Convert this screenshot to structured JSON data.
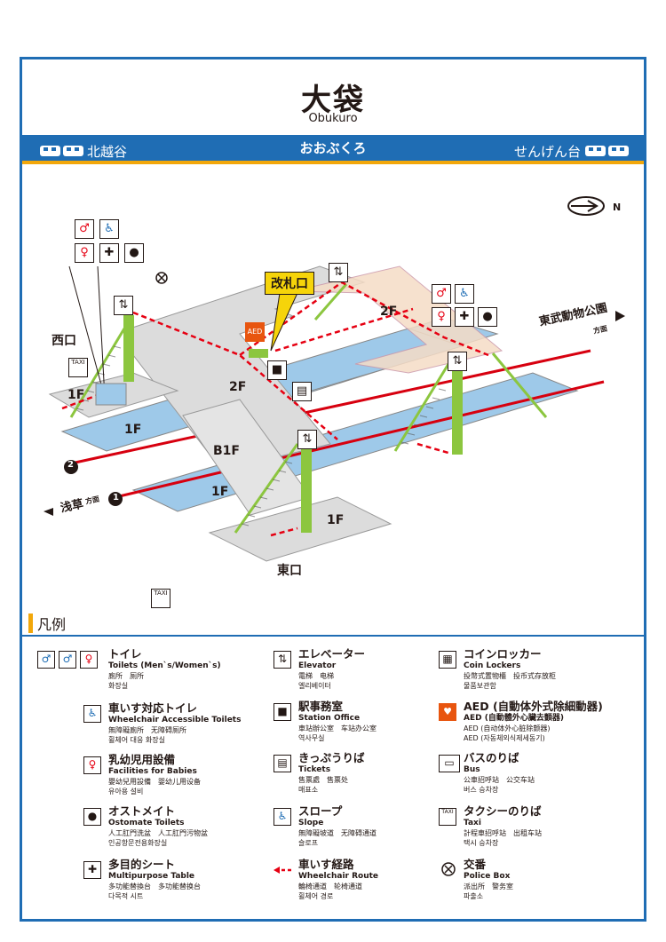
{
  "header": {
    "title": "大袋",
    "romaji": "Obukuro",
    "hiragana": "おおぶくろ",
    "prev_station": "北越谷",
    "next_station": "せんげん台"
  },
  "map": {
    "ticket_gate": "改札口",
    "aed_badge": "AED",
    "west_exit": "西口",
    "east_exit": "東口",
    "taxi_badge": "TAXI",
    "floors": {
      "f1_west": "1F",
      "f1_tracks_west": "1F",
      "f1_tracks_east": "1F",
      "f1_east": "1F",
      "f2_concourse": "2F",
      "f2_upper": "2F",
      "b1f": "B1F"
    },
    "direction_zoo": "東武動物公園",
    "direction_asakusa": "浅草",
    "direction_suffix": "方面",
    "track_1": "1",
    "track_2": "2"
  },
  "legend": {
    "heading": "凡例",
    "items": [
      {
        "jp": "トイレ",
        "en": "Toilets (Men`s/Women`s)",
        "zh": "廁所　厕所",
        "ko": "화장실"
      },
      {
        "jp": "車いす対応トイレ",
        "en": "Wheelchair Accessible Toilets",
        "zh": "無障礙廁所　无障碍厕所",
        "ko": "휠체어 대응 화장실"
      },
      {
        "jp": "乳幼児用設備",
        "en": "Facilities for Babies",
        "zh": "嬰幼兒用設備　婴幼儿用设备",
        "ko": "유아용 설비"
      },
      {
        "jp": "オストメイト",
        "en": "Ostomate Toilets",
        "zh": "人工肛門洗盆　人工肛門污物盆",
        "ko": "인공항문전용화장실"
      },
      {
        "jp": "多目的シート",
        "en": "Multipurpose Table",
        "zh": "多功能替換台　多功能替换台",
        "ko": "다목적 시트"
      },
      {
        "jp": "エレベーター",
        "en": "Elevator",
        "zh": "電梯　电梯",
        "ko": "엘리베이터"
      },
      {
        "jp": "駅事務室",
        "en": "Station Office",
        "zh": "車站辦公室　车站办公室",
        "ko": "역사무실"
      },
      {
        "jp": "きっぷうりば",
        "en": "Tickets",
        "zh": "售票處　售票处",
        "ko": "매표소"
      },
      {
        "jp": "スロープ",
        "en": "Slope",
        "zh": "無障礙坡道　无障碍通道",
        "ko": "슬로프"
      },
      {
        "jp": "車いす経路",
        "en": "Wheelchair Route",
        "zh": "輪椅通道　轮椅通道",
        "ko": "휠체어 경로"
      },
      {
        "jp": "コインロッカー",
        "en": "Coin Lockers",
        "zh": "投幣式置物櫃　投币式存放柜",
        "ko": "물품보관함"
      },
      {
        "jp": "AED (自動体外式除細動器)",
        "en": "AED (自動體外心臟去顫器)",
        "zh": "AED (自动体外心脏除颤器)",
        "ko": "AED (자동체외식제세동기)"
      },
      {
        "jp": "バスのりば",
        "en": "Bus",
        "zh": "公車招呼站　公交车站",
        "ko": "버스 승차장"
      },
      {
        "jp": "タクシーのりば",
        "en": "Taxi",
        "zh": "計程車招呼站　出租车站",
        "ko": "택시 승차장"
      },
      {
        "jp": "交番",
        "en": "Police Box",
        "zh": "派出所　警务室",
        "ko": "파출소"
      }
    ]
  },
  "colors": {
    "brand_blue": "#1f6db4",
    "accent_orange": "#f2a70a",
    "track_red": "#d7000f",
    "platform_blue": "#9ec9e9",
    "floor_gray": "#dcdcdc",
    "stair_green": "#8cc63f",
    "wheelchair_route": "#e60012"
  }
}
